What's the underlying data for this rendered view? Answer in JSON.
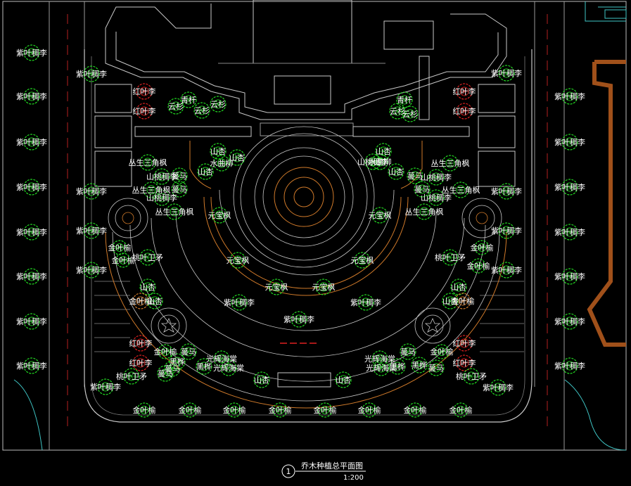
{
  "drawing": {
    "title": "乔木种植总平面图",
    "scale": "1:200",
    "sheet_number": "1"
  },
  "species": {
    "zi_ye_li": "紫叶稠李",
    "hong_ye_li": "红叶李",
    "qing_qian": "青杄",
    "yun_shan": "云杉",
    "cong_sheng_san_jiao_feng": "丛生三角枫",
    "shan_tao_chou_li": "山桃稠李",
    "mo_ma": "蔓马",
    "shan_xing": "山杏",
    "shui_qu_liu": "水曲柳",
    "yuan_bao_feng": "元宝枫",
    "jin_ye_yu": "金叶榆",
    "tao_ye_wei_mao": "桃叶卫矛",
    "hei_hua": "黑桦",
    "guang_hui_hai_tang": "光辉海棠"
  },
  "colors": {
    "background": "#000000",
    "linework": "#c8c8c8",
    "orange": "#d07a2a",
    "red_tree": "#e02020",
    "green_tree": "#22dd22",
    "brown_wall": "#a0501a",
    "cyan": "#3fc6c6",
    "label": "#ffffff"
  }
}
